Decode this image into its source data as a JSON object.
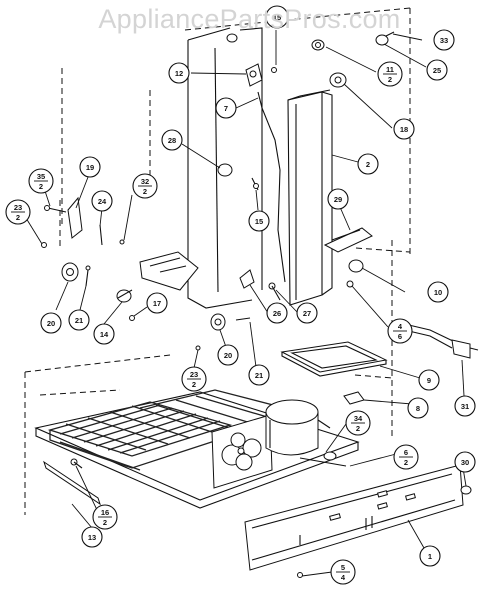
{
  "watermark": "AppliancePartsPros.com",
  "callouts": [
    {
      "id": "c33",
      "label": "33"
    },
    {
      "id": "c25",
      "label": "25"
    },
    {
      "id": "c15a",
      "label": "15"
    },
    {
      "id": "c12",
      "label": "12"
    },
    {
      "id": "c11",
      "label": "11",
      "qty": "2"
    },
    {
      "id": "c18",
      "label": "18"
    },
    {
      "id": "c7",
      "label": "7"
    },
    {
      "id": "c28",
      "label": "28"
    },
    {
      "id": "c2",
      "label": "2"
    },
    {
      "id": "c19",
      "label": "19"
    },
    {
      "id": "c35",
      "label": "35",
      "qty": "2"
    },
    {
      "id": "c32",
      "label": "32",
      "qty": "2"
    },
    {
      "id": "c23a",
      "label": "23",
      "qty": "2"
    },
    {
      "id": "c24",
      "label": "24"
    },
    {
      "id": "c15b",
      "label": "15"
    },
    {
      "id": "c29",
      "label": "29"
    },
    {
      "id": "c10",
      "label": "10"
    },
    {
      "id": "c17",
      "label": "17"
    },
    {
      "id": "c20a",
      "label": "20"
    },
    {
      "id": "c21a",
      "label": "21"
    },
    {
      "id": "c14",
      "label": "14"
    },
    {
      "id": "c26",
      "label": "26"
    },
    {
      "id": "c27",
      "label": "27"
    },
    {
      "id": "c4",
      "label": "4",
      "qty": "6"
    },
    {
      "id": "c23b",
      "label": "23",
      "qty": "2"
    },
    {
      "id": "c20b",
      "label": "20"
    },
    {
      "id": "c21b",
      "label": "21"
    },
    {
      "id": "c9",
      "label": "9"
    },
    {
      "id": "c8",
      "label": "8"
    },
    {
      "id": "c31",
      "label": "31"
    },
    {
      "id": "c34",
      "label": "34",
      "qty": "2"
    },
    {
      "id": "c6",
      "label": "6",
      "qty": "2"
    },
    {
      "id": "c30",
      "label": "30"
    },
    {
      "id": "c16",
      "label": "16",
      "qty": "2"
    },
    {
      "id": "c13",
      "label": "13"
    },
    {
      "id": "c1",
      "label": "1"
    },
    {
      "id": "c5",
      "label": "5",
      "qty": "4"
    }
  ]
}
